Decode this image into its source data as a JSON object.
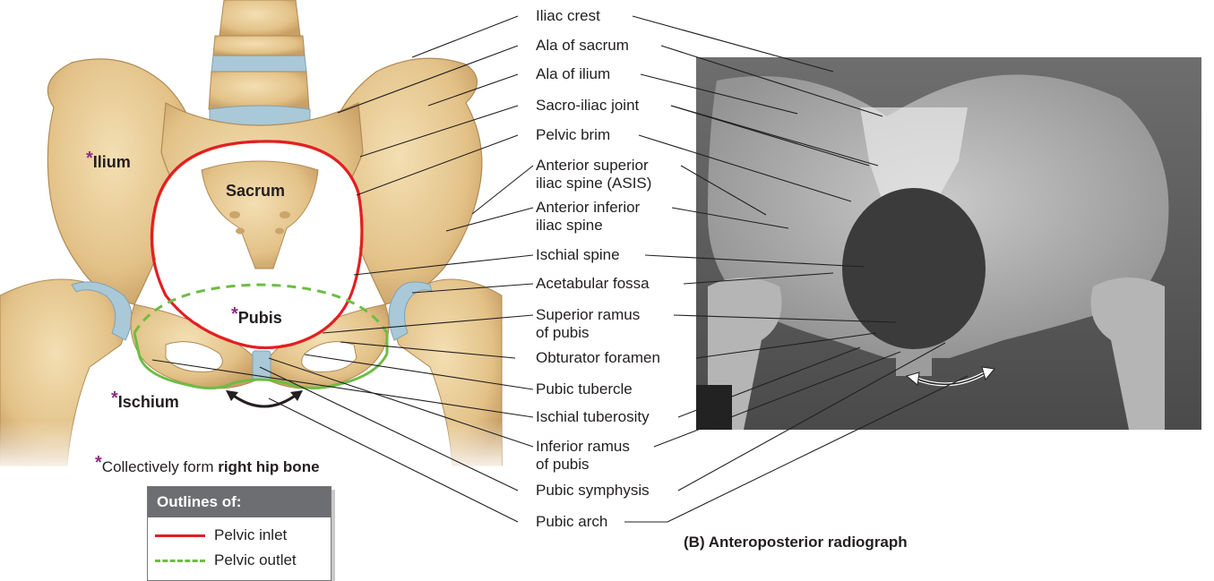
{
  "labels": [
    {
      "id": "iliac_crest",
      "lines": [
        "Iliac crest"
      ]
    },
    {
      "id": "ala_sacrum",
      "lines": [
        "Ala of sacrum"
      ]
    },
    {
      "id": "ala_ilium",
      "lines": [
        "Ala of ilium"
      ]
    },
    {
      "id": "sacroiliac",
      "lines": [
        "Sacro-iliac joint"
      ]
    },
    {
      "id": "pelvic_brim",
      "lines": [
        "Pelvic brim"
      ]
    },
    {
      "id": "asis",
      "lines": [
        "Anterior superior",
        "iliac spine (ASIS)"
      ]
    },
    {
      "id": "aiis",
      "lines": [
        "Anterior inferior",
        "iliac spine"
      ]
    },
    {
      "id": "ischial_spine",
      "lines": [
        "Ischial spine"
      ]
    },
    {
      "id": "acetabular_fossa",
      "lines": [
        "Acetabular fossa"
      ]
    },
    {
      "id": "sup_ramus",
      "lines": [
        "Superior ramus",
        "of pubis"
      ]
    },
    {
      "id": "obturator",
      "lines": [
        "Obturator foramen"
      ]
    },
    {
      "id": "pubic_tubercle",
      "lines": [
        "Pubic tubercle"
      ]
    },
    {
      "id": "ischial_tuberosity",
      "lines": [
        "Ischial tuberosity"
      ]
    },
    {
      "id": "inf_ramus",
      "lines": [
        "Inferior ramus",
        "of pubis"
      ]
    },
    {
      "id": "symphysis",
      "lines": [
        "Pubic symphysis"
      ]
    },
    {
      "id": "pubic_arch",
      "lines": [
        "Pubic arch"
      ]
    }
  ],
  "bone_labels": {
    "ilium": "Ilium",
    "sacrum": "Sacrum",
    "pubis": "Pubis",
    "ischium": "Ischium",
    "asterisk": "*"
  },
  "footnote": {
    "asterisk": "*",
    "text": "Collectively form ",
    "bold": "right hip bone"
  },
  "legend": {
    "title": "Outlines of:",
    "items": [
      {
        "label": "Pelvic inlet",
        "color": "#e31e24",
        "style": "solid"
      },
      {
        "label": "Pelvic outlet",
        "color": "#6cbd45",
        "style": "dashed"
      }
    ]
  },
  "caption": "(B) Anteroposterior radiograph",
  "colors": {
    "bone": "#e8cc96",
    "bone_shadow": "#c9a66b",
    "cartilage": "#a9c8d8",
    "inlet": "#e31e24",
    "outlet": "#6cbd45",
    "asterisk": "#8b2d83"
  }
}
